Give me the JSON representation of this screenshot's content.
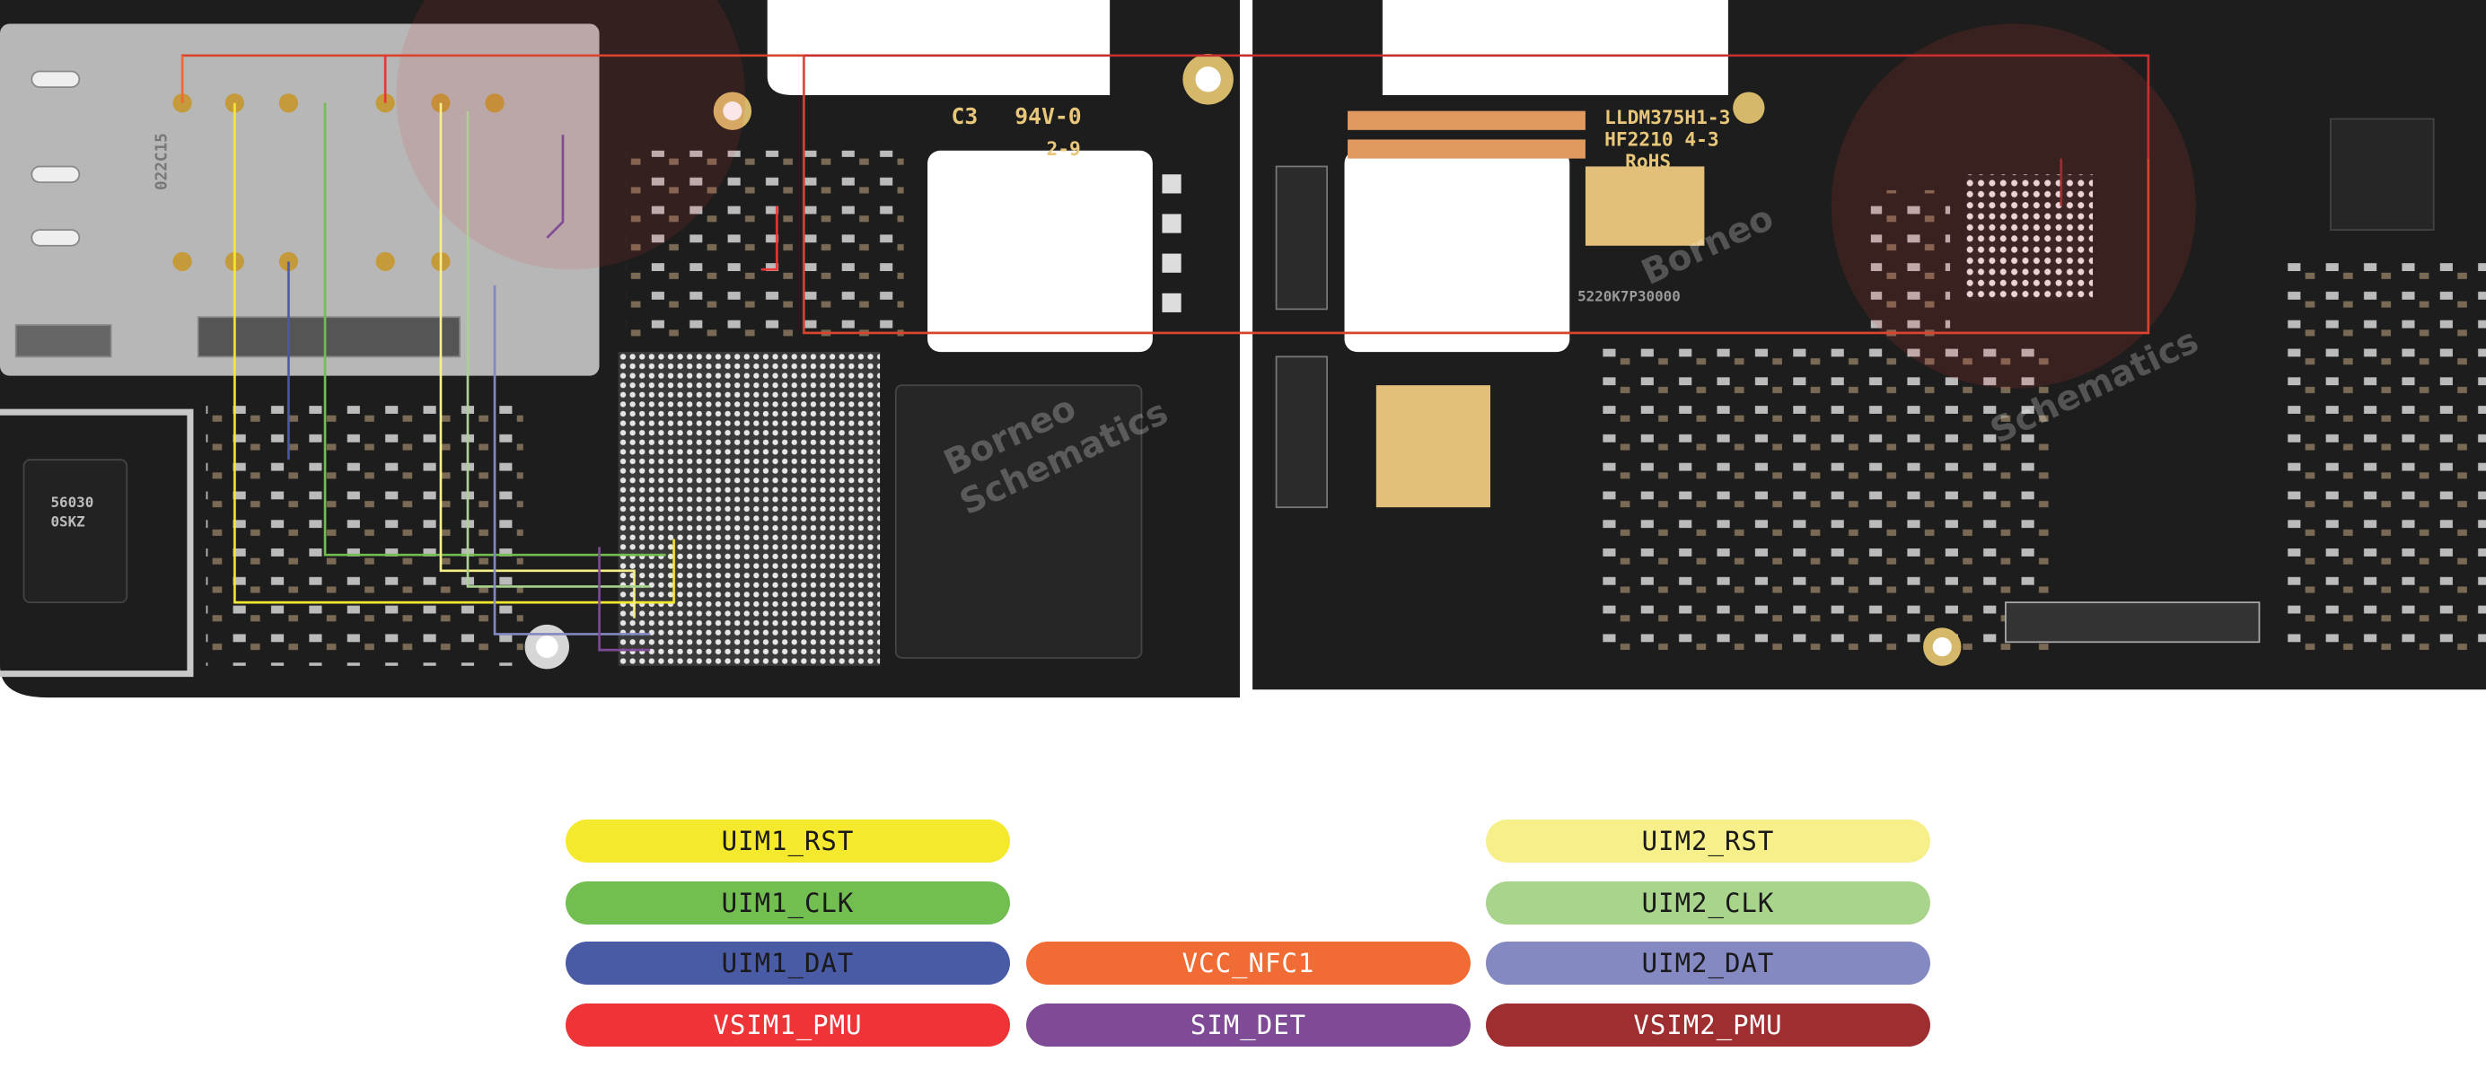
{
  "board": {
    "silkscreen_left": [
      "C3",
      "94V-0",
      "2-9",
      "022C15"
    ],
    "silkscreen_right": [
      "LLDM375H1-3",
      "HF2210 4-3",
      "RoHS",
      "5220K7P30000"
    ],
    "chip_label": [
      "56030",
      "0SKZ"
    ],
    "watermark": [
      "Borneo",
      "Schematics"
    ]
  },
  "legend": [
    {
      "label": "UIM1_RST",
      "color": "#f5e92e"
    },
    {
      "label": "UIM1_CLK",
      "color": "#72be50"
    },
    {
      "label": "UIM1_DAT",
      "color": "#4a5ba6"
    },
    {
      "label": "VSIM1_PMU",
      "color": "#ee3437"
    },
    {
      "label": "VCC_NFC1",
      "color": "#f16b34"
    },
    {
      "label": "SIM_DET",
      "color": "#7f4b96"
    },
    {
      "label": "UIM2_RST",
      "color": "#f7f08a"
    },
    {
      "label": "UIM2_CLK",
      "color": "#a8d48c"
    },
    {
      "label": "UIM2_DAT",
      "color": "#8489c2"
    },
    {
      "label": "VSIM2_PMU",
      "color": "#9e2e30"
    }
  ]
}
